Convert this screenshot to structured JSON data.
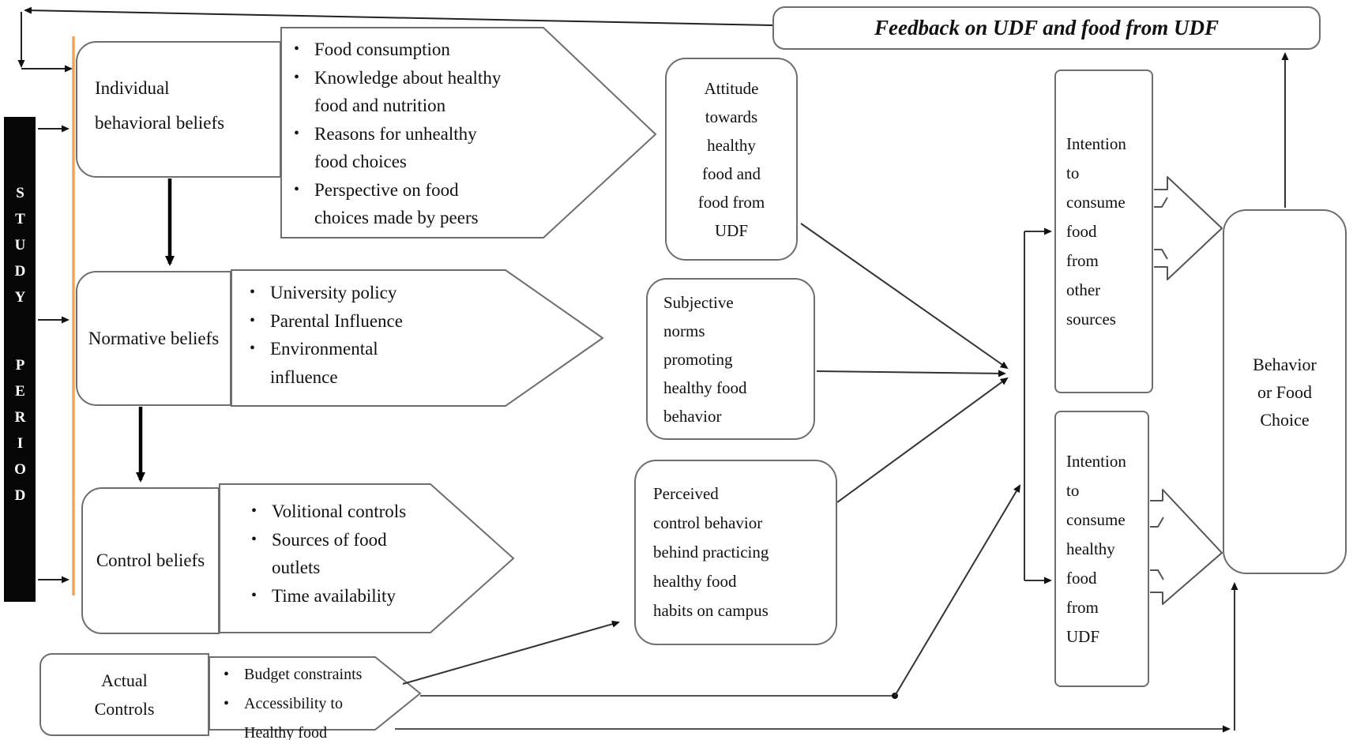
{
  "ui": {
    "bullet": "•"
  },
  "study_period": {
    "word1": "STUDY",
    "word2": "PERIOD"
  },
  "beliefs": {
    "individual": {
      "label": "Individual\nbehavioral beliefs",
      "items": [
        "Food consumption",
        "Knowledge about healthy\nfood and nutrition",
        "Reasons for unhealthy\nfood choices",
        "Perspective on food\nchoices made by peers"
      ]
    },
    "normative": {
      "label": "Normative beliefs",
      "items": [
        "University policy",
        "Parental Influence",
        "Environmental\ninfluence"
      ]
    },
    "control": {
      "label": "Control beliefs",
      "items": [
        "Volitional controls",
        "Sources of food\noutlets",
        "Time availability"
      ]
    },
    "actual": {
      "label": "Actual\nControls",
      "items": [
        "Budget constraints",
        "Accessibility to\nHealthy food"
      ]
    }
  },
  "mediators": {
    "attitude": "Attitude\ntowards\nhealthy\nfood and\nfood  from\nUDF",
    "subjective": "Subjective\nnorms\npromoting\nhealthy  food\nbehavior",
    "perceived": "Perceived\ncontrol behavior\nbehind practicing\nhealthy  food\nhabits on campus"
  },
  "intentions": {
    "other_sources": "Intention\nto\nconsume\nfood\nfrom\nother\nsources",
    "healthy_udf": "Intention\nto\nconsume\nhealthy\nfood\nfrom\nUDF"
  },
  "outcome": "Behavior\nor Food\nChoice",
  "feedback": "Feedback on UDF and food from UDF",
  "colors": {
    "accent_orange": "#F4A259",
    "bar_black": "#060606",
    "border_gray": "#6e6e6e",
    "line_black": "#1a1a1a"
  }
}
